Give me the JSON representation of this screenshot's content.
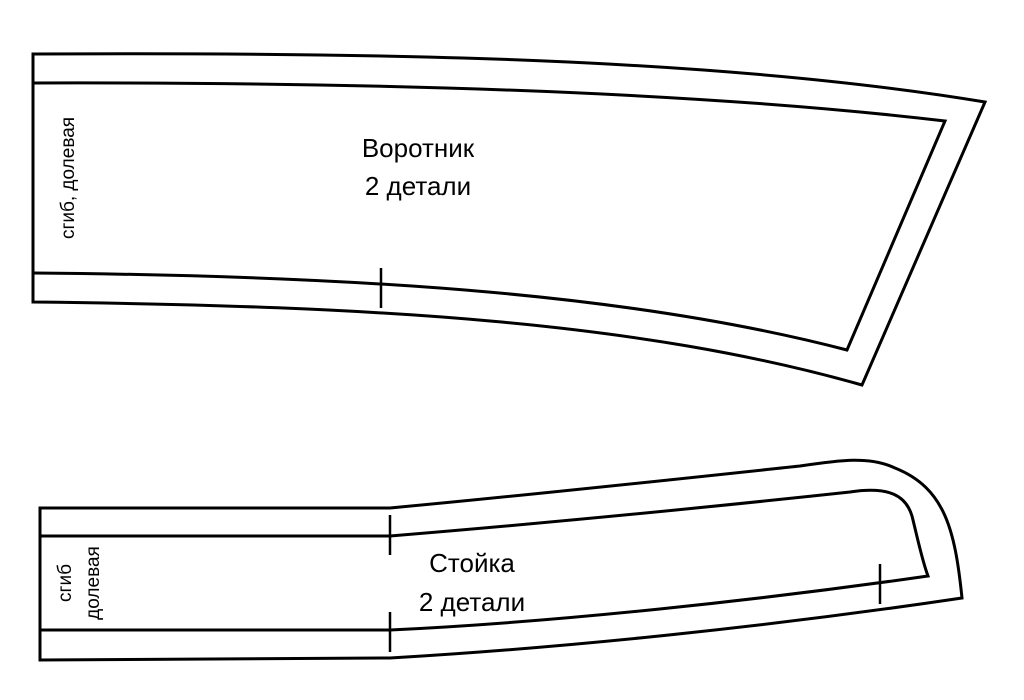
{
  "collar": {
    "title": "Воротник",
    "count": "2 детали",
    "fold_label": "сгиб, долевая"
  },
  "stand": {
    "title": "Стойка",
    "count": "2 детали",
    "fold_label_1": "сгиб",
    "fold_label_2": "долевая"
  },
  "colors": {
    "line": "#000000",
    "background": "#ffffff"
  }
}
